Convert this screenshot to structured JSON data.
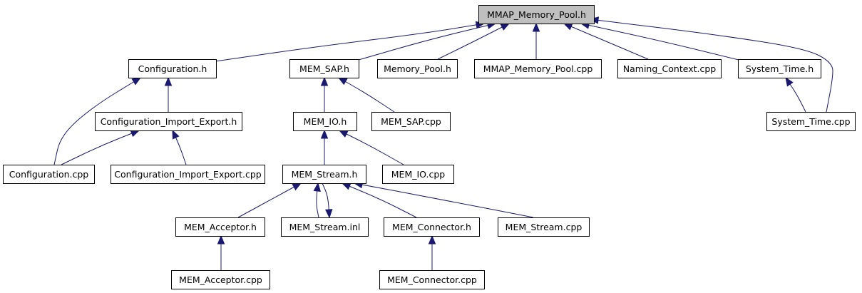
{
  "nodes": [
    {
      "id": "root",
      "label": "MMAP_Memory_Pool.h",
      "root": true
    },
    {
      "id": "config_h",
      "label": "Configuration.h"
    },
    {
      "id": "memsap_h",
      "label": "MEM_SAP.h"
    },
    {
      "id": "mempool_h",
      "label": "Memory_Pool.h"
    },
    {
      "id": "mmap_cpp",
      "label": "MMAP_Memory_Pool.cpp"
    },
    {
      "id": "naming_cpp",
      "label": "Naming_Context.cpp"
    },
    {
      "id": "systime_h",
      "label": "System_Time.h"
    },
    {
      "id": "cie_h",
      "label": "Configuration_Import_Export.h"
    },
    {
      "id": "memio_h",
      "label": "MEM_IO.h"
    },
    {
      "id": "memsap_cpp",
      "label": "MEM_SAP.cpp"
    },
    {
      "id": "systime_cpp",
      "label": "System_Time.cpp"
    },
    {
      "id": "config_cpp",
      "label": "Configuration.cpp"
    },
    {
      "id": "cie_cpp",
      "label": "Configuration_Import_Export.cpp"
    },
    {
      "id": "memstream_h",
      "label": "MEM_Stream.h"
    },
    {
      "id": "memio_cpp",
      "label": "MEM_IO.cpp"
    },
    {
      "id": "memacc_h",
      "label": "MEM_Acceptor.h"
    },
    {
      "id": "memstream_inl",
      "label": "MEM_Stream.inl"
    },
    {
      "id": "memconn_h",
      "label": "MEM_Connector.h"
    },
    {
      "id": "memstream_cpp",
      "label": "MEM_Stream.cpp"
    },
    {
      "id": "memacc_cpp",
      "label": "MEM_Acceptor.cpp"
    },
    {
      "id": "memconn_cpp",
      "label": "MEM_Connector.cpp"
    }
  ],
  "edges": [
    {
      "from": "config_h",
      "to": "root"
    },
    {
      "from": "memsap_h",
      "to": "root"
    },
    {
      "from": "mempool_h",
      "to": "root"
    },
    {
      "from": "mmap_cpp",
      "to": "root"
    },
    {
      "from": "naming_cpp",
      "to": "root"
    },
    {
      "from": "systime_h",
      "to": "root"
    },
    {
      "from": "systime_cpp",
      "to": "root"
    },
    {
      "from": "cie_h",
      "to": "config_h"
    },
    {
      "from": "config_cpp",
      "to": "config_h"
    },
    {
      "from": "config_cpp",
      "to": "cie_h"
    },
    {
      "from": "cie_cpp",
      "to": "cie_h"
    },
    {
      "from": "memio_h",
      "to": "memsap_h"
    },
    {
      "from": "memsap_cpp",
      "to": "memsap_h"
    },
    {
      "from": "memstream_h",
      "to": "memio_h"
    },
    {
      "from": "memio_cpp",
      "to": "memio_h"
    },
    {
      "from": "systime_cpp",
      "to": "systime_h"
    },
    {
      "from": "memacc_h",
      "to": "memstream_h"
    },
    {
      "from": "memstream_inl",
      "to": "memstream_h"
    },
    {
      "from": "memstream_h",
      "to": "memstream_inl"
    },
    {
      "from": "memconn_h",
      "to": "memstream_h"
    },
    {
      "from": "memstream_cpp",
      "to": "memstream_h"
    },
    {
      "from": "memacc_cpp",
      "to": "memacc_h"
    },
    {
      "from": "memconn_cpp",
      "to": "memconn_h"
    }
  ],
  "colors": {
    "edge": "#191970",
    "root_fill": "#bfbfbf",
    "node_fill": "#ffffff",
    "border": "#000000"
  }
}
